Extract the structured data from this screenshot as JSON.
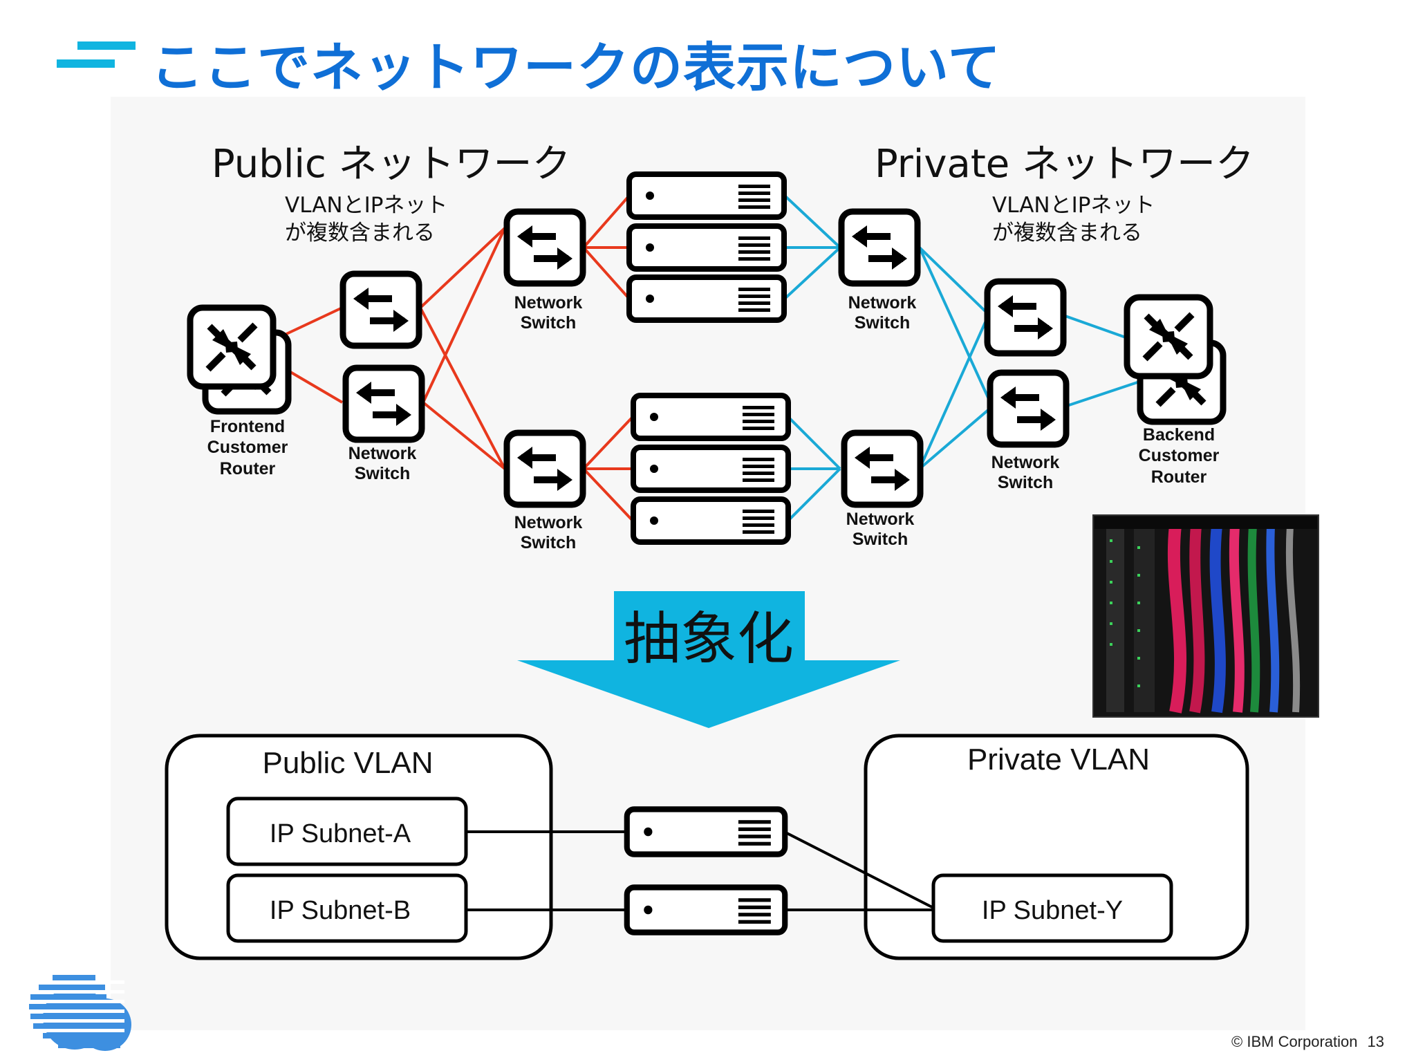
{
  "title": "ここでネットワークの表示について",
  "public_network": {
    "heading": "Public ネットワーク",
    "note_line1": "VLANとIPネット",
    "note_line2": "が複数含まれる"
  },
  "private_network": {
    "heading": "Private ネットワーク",
    "note_line1": "VLANとIPネット",
    "note_line2": "が複数含まれる"
  },
  "labels": {
    "frontend_router": [
      "Frontend",
      "Customer",
      "Router"
    ],
    "backend_router": [
      "Backend",
      "Customer",
      "Router"
    ],
    "network_switch": [
      "Network",
      "Switch"
    ]
  },
  "abstraction_label": "抽象化",
  "vlans": {
    "public": {
      "label": "Public VLAN",
      "subnets": [
        "IP Subnet-A",
        "IP Subnet-B"
      ]
    },
    "private": {
      "label": "Private VLAN",
      "subnets": [
        "IP Subnet-Y"
      ]
    }
  },
  "footer": {
    "copyright": "© IBM Corporation",
    "page_number": "13"
  },
  "colors": {
    "title": "#0f6fd6",
    "public_link": "#e8391d",
    "private_link": "#1aa9d6",
    "arrow": "#10b4e0",
    "logo_blue": "#3d8fe0"
  },
  "icons": [
    "title-bars-icon",
    "router-icon",
    "switch-icon",
    "server-icon",
    "cloud-logo-icon",
    "cable-rack-photo"
  ]
}
